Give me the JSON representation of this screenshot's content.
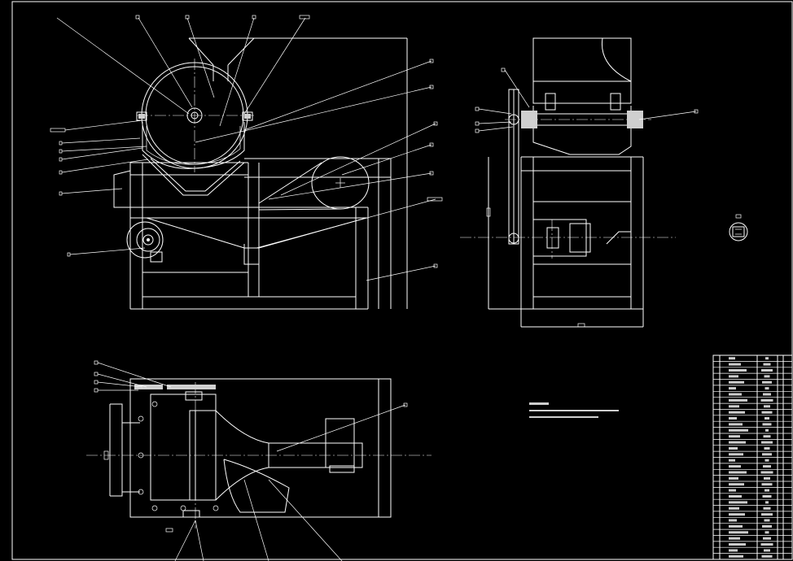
{
  "drawing": {
    "background": "#000000",
    "line_color": "#ffffff",
    "views": [
      "front-view",
      "side-view",
      "top-view",
      "detail-view"
    ],
    "technical_notes": {
      "title": "",
      "lines": [
        "",
        ""
      ]
    },
    "title_block": {
      "rows": 34
    }
  }
}
